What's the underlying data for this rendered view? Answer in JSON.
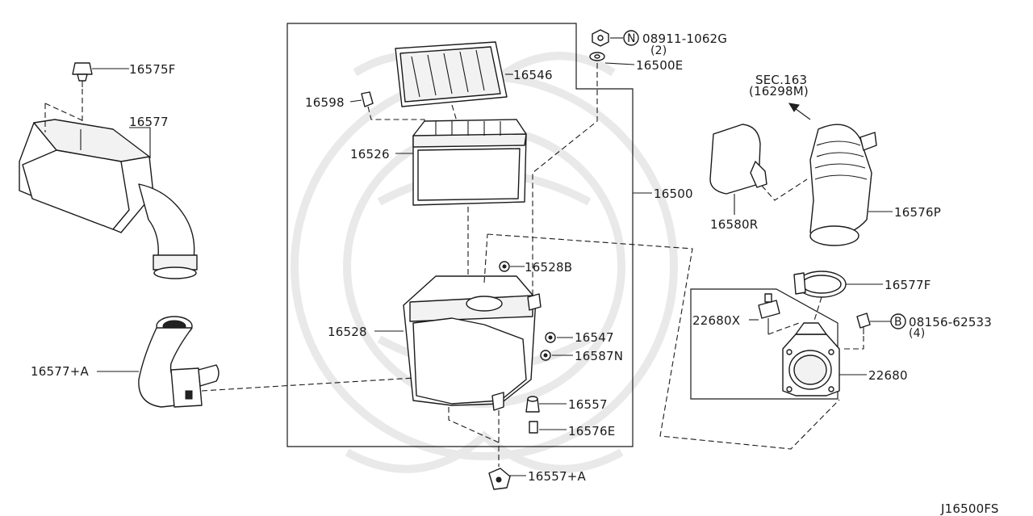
{
  "diagram_id": "J16500FS",
  "callouts": {
    "p16575F": "16575F",
    "p16577": "16577",
    "p16577A": "16577+A",
    "p16546": "16546",
    "p16598": "16598",
    "p16526": "16526",
    "p16500": "16500",
    "p16528B": "16528B",
    "p16528": "16528",
    "p16547": "16547",
    "p16587N": "16587N",
    "p16557": "16557",
    "p16576E": "16576E",
    "p16557A": "16557+A",
    "nut": "08911-1062G",
    "nut_qty": "(2)",
    "nut_symbol": "N",
    "p16500E": "16500E",
    "sec_line1": "SEC.163",
    "sec_line2": "(16298M)",
    "p16580R": "16580R",
    "p16576P": "16576P",
    "p16577F": "16577F",
    "p22680X": "22680X",
    "bolt": "08156-62533",
    "bolt_qty": "(4)",
    "bolt_symbol": "B",
    "p22680": "22680"
  }
}
